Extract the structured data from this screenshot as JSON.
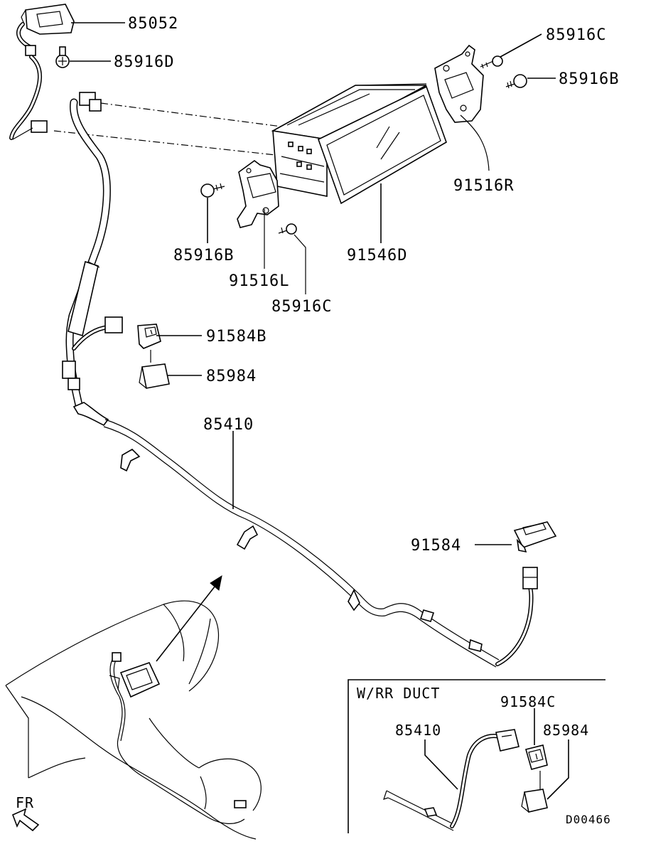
{
  "labels": {
    "p85052": "85052",
    "p85916D": "85916D",
    "p85916C_top": "85916C",
    "p85916B_right": "85916B",
    "p91516R": "91516R",
    "p85916B_left": "85916B",
    "p91516L": "91516L",
    "p91546D": "91546D",
    "p85916C_bottom": "85916C",
    "p91584B": "91584B",
    "p85984": "85984",
    "p85410": "85410",
    "p91584": "91584"
  },
  "inset": {
    "title": "W/RR DUCT",
    "p85410": "85410",
    "p91584C": "91584C",
    "p85984": "85984",
    "code": "D00466"
  },
  "orientation": {
    "label": "FR"
  }
}
